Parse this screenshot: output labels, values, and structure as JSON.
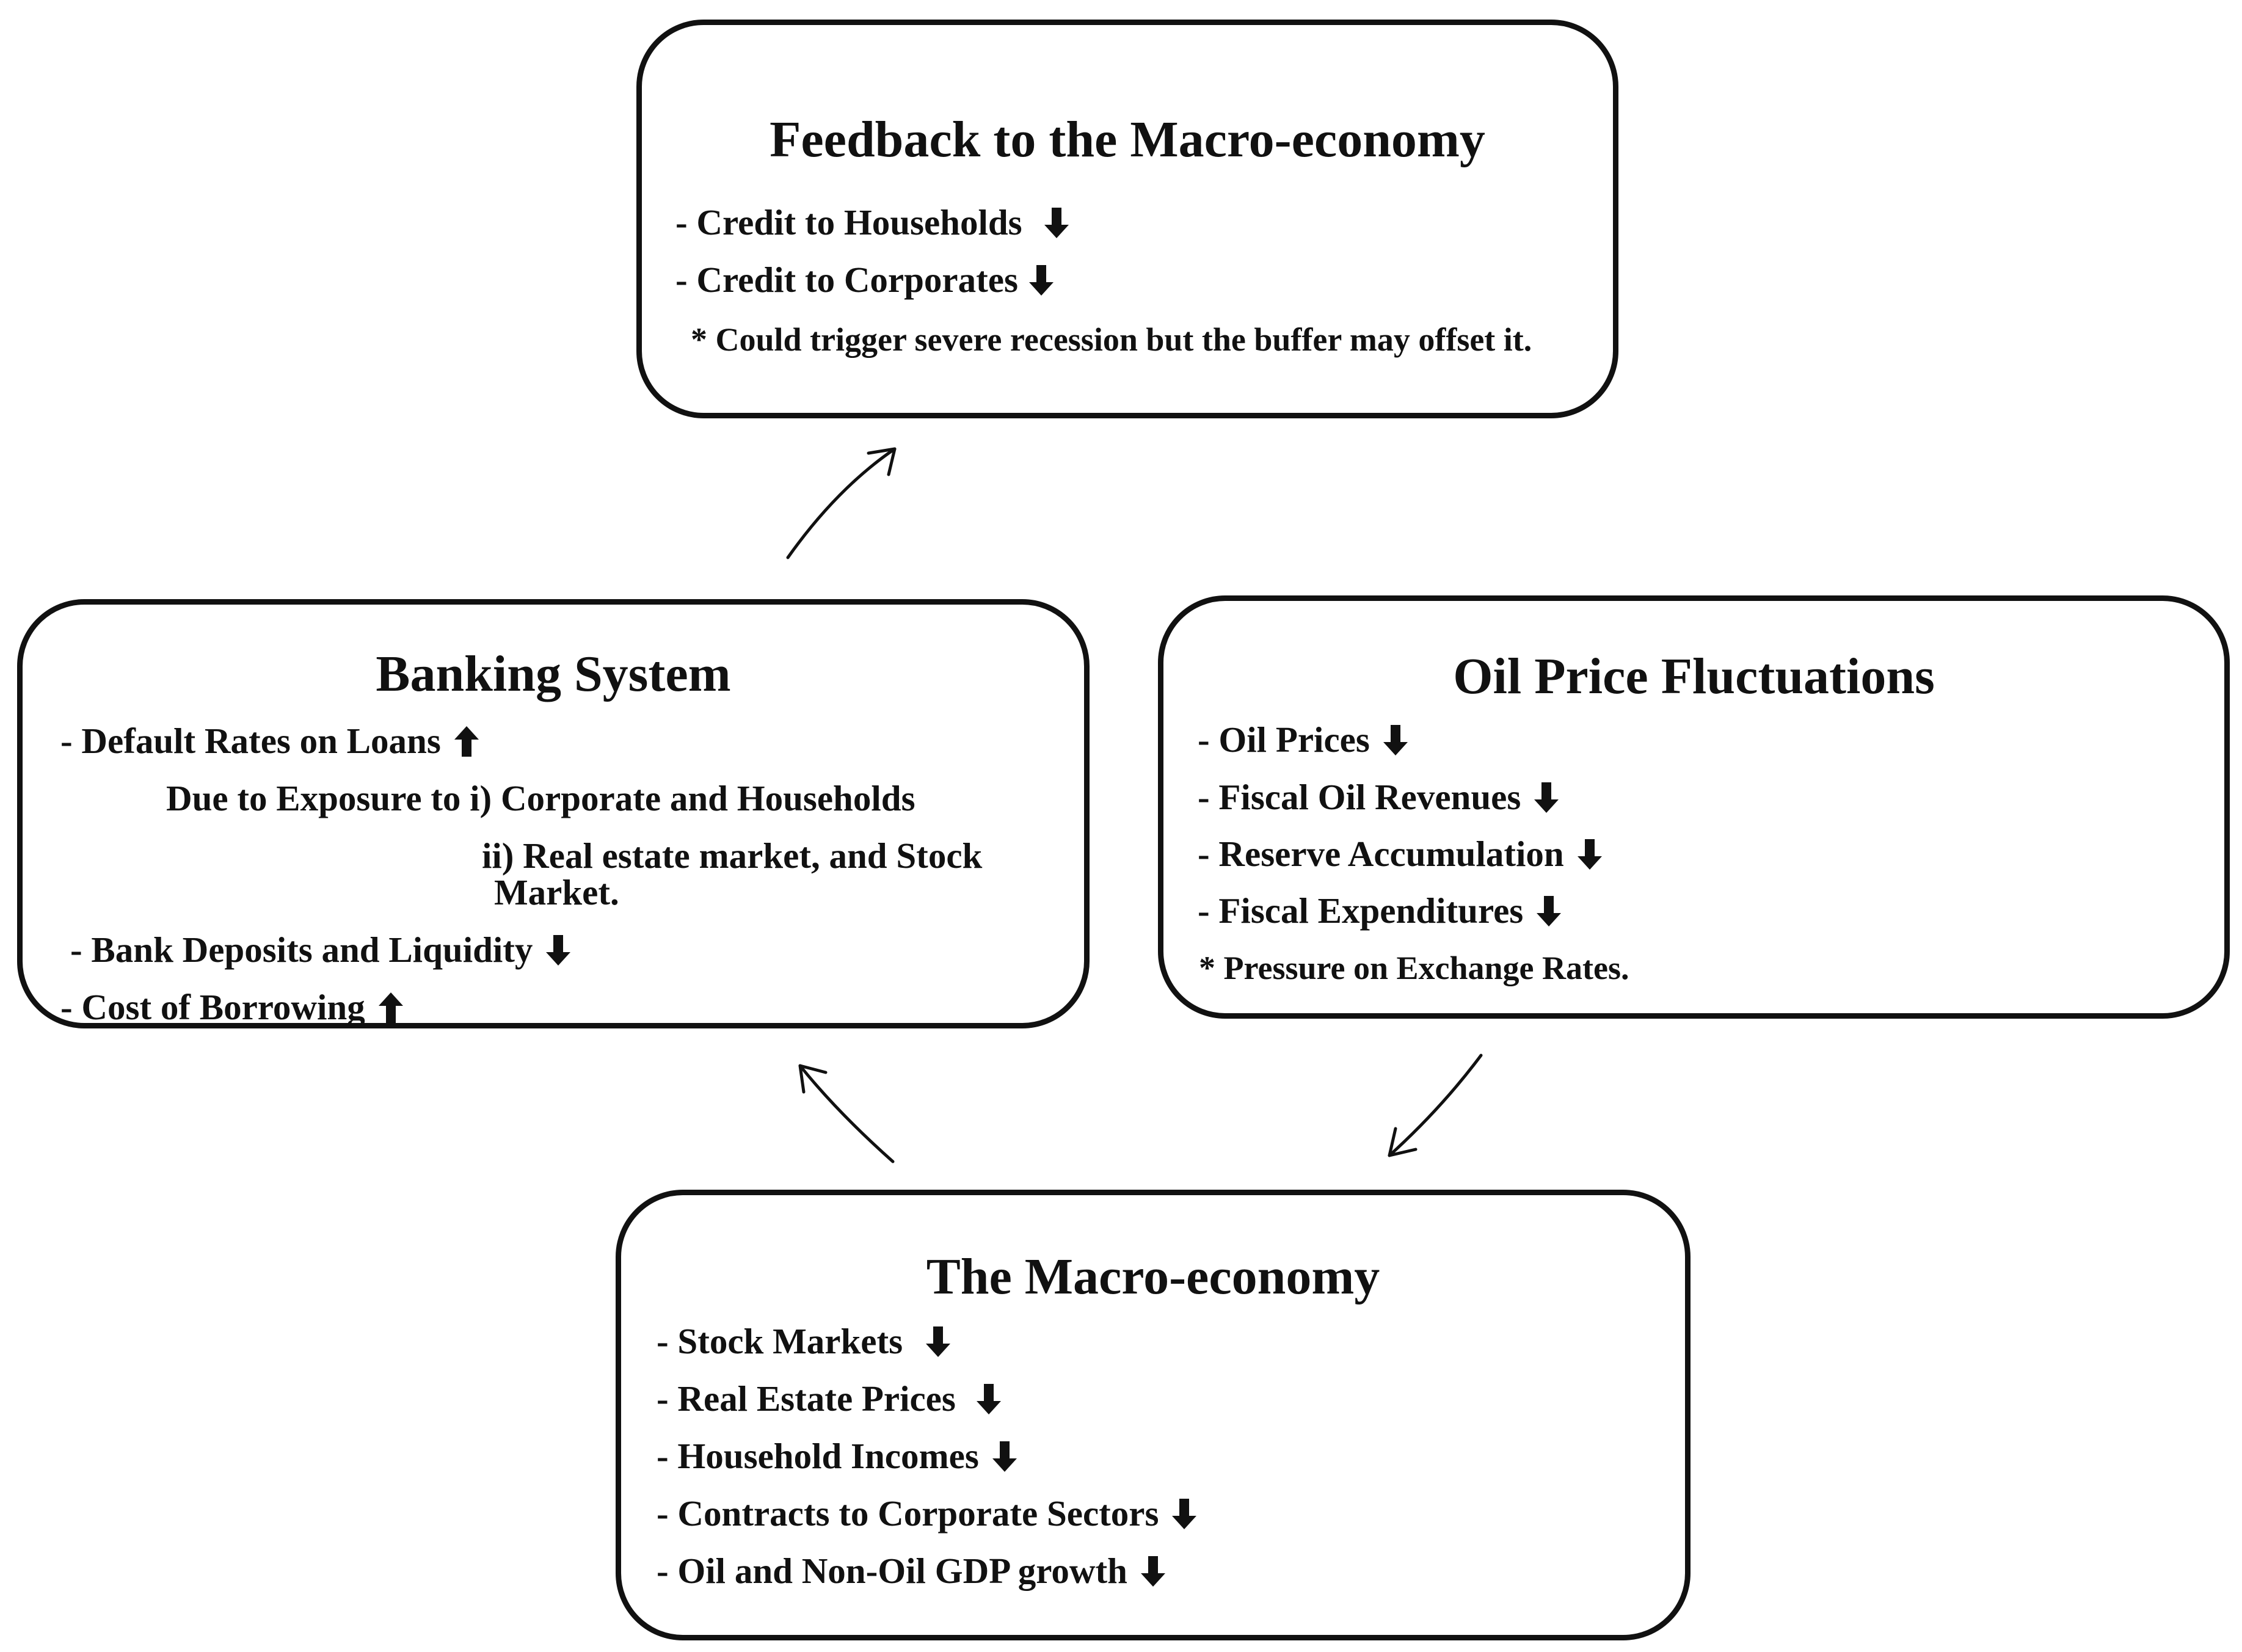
{
  "feedback": {
    "title": "Feedback to the Macro-economy",
    "items": [
      {
        "text": "- Credit  to Households",
        "arrow": "down"
      },
      {
        "text": "- Credit  to Corporates",
        "arrow": "down"
      }
    ],
    "note": "* Could trigger severe recession but the buffer may offset it."
  },
  "banking": {
    "title": "Banking System",
    "items": [
      {
        "text": "- Default Rates on Loans",
        "arrow": "up"
      },
      {
        "text": "Due to Exposure to i) Corporate and Households"
      },
      {
        "text": "ii) Real estate market, and Stock"
      },
      {
        "text": "Market."
      },
      {
        "text": "- Bank Deposits and Liquidity",
        "arrow": "down"
      },
      {
        "text": "- Cost of Borrowing",
        "arrow": "up"
      }
    ]
  },
  "oil": {
    "title": "Oil Price Fluctuations",
    "items": [
      {
        "text": "- Oil Prices",
        "arrow": "down"
      },
      {
        "text": "- Fiscal Oil Revenues",
        "arrow": "down"
      },
      {
        "text": "- Reserve Accumulation",
        "arrow": "down"
      },
      {
        "text": "- Fiscal Expenditures",
        "arrow": "down"
      }
    ],
    "note": "* Pressure on Exchange Rates."
  },
  "macro": {
    "title": "The Macro-economy",
    "items": [
      {
        "text": "- Stock Markets",
        "arrow": "down"
      },
      {
        "text": "- Real Estate Prices",
        "arrow": "down"
      },
      {
        "text": "- Household Incomes",
        "arrow": "down"
      },
      {
        "text": "- Contracts to Corporate Sectors",
        "arrow": "down"
      },
      {
        "text": "- Oil and Non-Oil GDP growth",
        "arrow": "down"
      }
    ]
  },
  "icons": {
    "up": "bold-up-arrow-icon",
    "down": "bold-down-arrow-icon",
    "connector": "curved-arrow-icon"
  }
}
